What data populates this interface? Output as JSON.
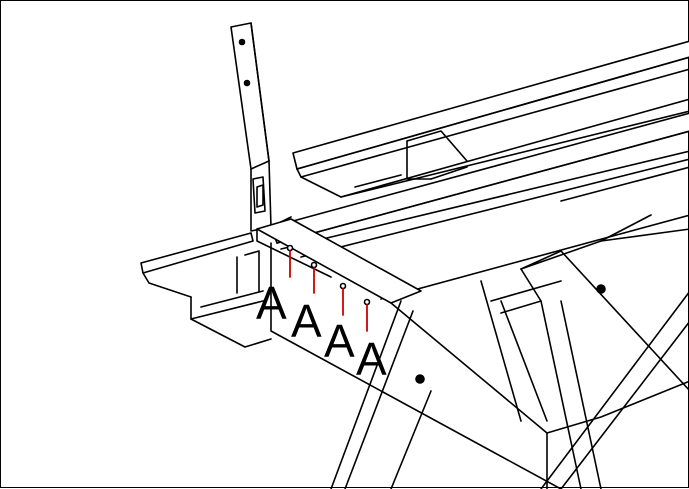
{
  "diagram": {
    "callouts": [
      {
        "label": "A"
      },
      {
        "label": "A"
      },
      {
        "label": "A"
      },
      {
        "label": "A"
      }
    ],
    "colors": {
      "line": "#000000",
      "background": "#ffffff",
      "marker": "#cc0000"
    }
  }
}
